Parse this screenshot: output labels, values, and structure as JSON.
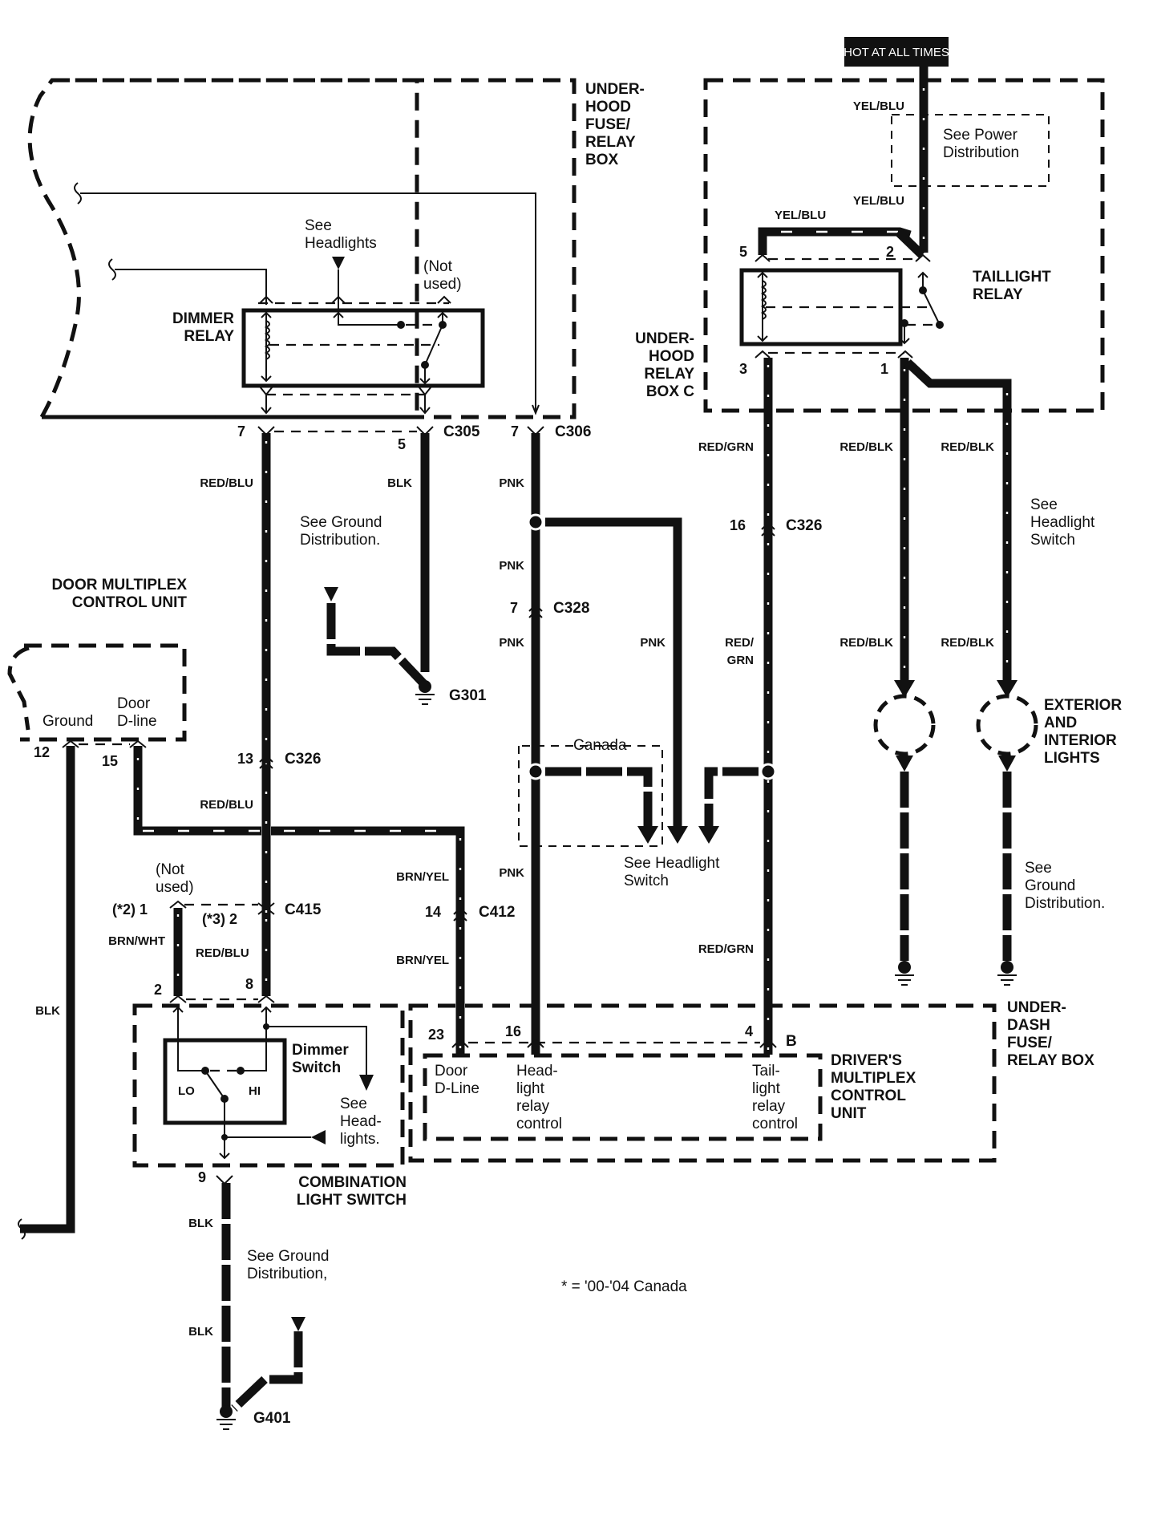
{
  "diagram": {
    "title_badge": "HOT AT ALL TIMES",
    "footnote": "* = '00-'04 Canada",
    "units": {
      "underhood_fuse_relay_box": "UNDER-\nHOOD\nFUSE/\nRELAY\nBOX",
      "underhood_relay_box_c": "UNDER-\nHOOD\nRELAY\nBOX C",
      "dimmer_relay": "DIMMER\nRELAY",
      "taillight_relay": "TAILLIGHT\nRELAY",
      "door_multiplex_control_unit": "DOOR MULTIPLEX\nCONTROL UNIT",
      "combination_light_switch": "COMBINATION\nLIGHT SWITCH",
      "dimmer_switch": "Dimmer\nSwitch",
      "underdash_fuse_relay_box": "UNDER-\nDASH\nFUSE/\nRELAY BOX",
      "drivers_multiplex_control_unit": "DRIVER'S\nMULTIPLEX\nCONTROL\nUNIT",
      "exterior_interior_lights": "EXTERIOR\nAND\nINTERIOR\nLIGHTS"
    },
    "notes": {
      "see_headlights_top": "See\nHeadlights",
      "not_used_top": "(Not\nused)",
      "see_power_distribution": "See Power\nDistribution",
      "see_ground_distribution_g301": "See Ground\nDistribution.",
      "see_headlight_switch_right": "See\nHeadlight\nSwitch",
      "canada": "Canada",
      "see_headlight_switch_mid": "See Headlight\nSwitch",
      "see_ground_distribution_lights": "See\nGround\nDistribution.",
      "not_used_c415": "(Not\nused)",
      "see_headlights_switch": "See\nHead-\nlights.",
      "see_ground_distribution_g401": "See Ground\nDistribution,",
      "lo": "LO",
      "hi": "HI"
    },
    "module_terminals": {
      "door_ground": "Ground",
      "door_dline": "Door\nD-line",
      "drv_door_dline": "Door\nD-Line",
      "drv_headlight_relay_control": "Head-\nlight\nrelay\ncontrol",
      "drv_taillight_relay_control": "Tail-\nlight\nrelay\ncontrol"
    },
    "connectors": {
      "c305": "C305",
      "c306": "C306",
      "c326_a": "C326",
      "c326_b": "C326",
      "c328": "C328",
      "c415": "C415",
      "c412": "C412",
      "g301": "G301",
      "g401": "G401",
      "underdash_b": "B"
    },
    "pins": {
      "c305_7": "7",
      "c305_5": "5",
      "c306_7": "7",
      "relay_5": "5",
      "relay_2": "2",
      "relay_3": "3",
      "relay_1": "1",
      "c326_16": "16",
      "c328_7": "7",
      "c326_13": "13",
      "door_12": "12",
      "door_15": "15",
      "c415_1": "(*2) 1",
      "c415_2": "(*3) 2",
      "sw_2": "2",
      "sw_8": "8",
      "c412_14": "14",
      "drv_23": "23",
      "drv_16": "16",
      "drv_4": "4",
      "sw_9": "9"
    },
    "wire_colors": {
      "yel_blu_1": "YEL/BLU",
      "yel_blu_2": "YEL/BLU",
      "yel_blu_3": "YEL/BLU",
      "red_blu_1": "RED/BLU",
      "blk_c305": "BLK",
      "pnk_1": "PNK",
      "pnk_2": "PNK",
      "pnk_3": "PNK",
      "pnk_branch": "PNK",
      "pnk_4": "PNK",
      "red_grn_1": "RED/GRN",
      "red_grn_2": "RED/\nGRN",
      "red_grn_3": "RED/GRN",
      "red_blk_1": "RED/BLK",
      "red_blk_2": "RED/BLK",
      "red_blk_3": "RED/BLK",
      "red_blk_4": "RED/BLK",
      "red_blu_2": "RED/BLU",
      "red_blu_3": "RED/BLU",
      "brn_wht": "BRN/WHT",
      "brn_yel_1": "BRN/YEL",
      "brn_yel_2": "BRN/YEL",
      "blk_left": "BLK",
      "blk_g401_1": "BLK",
      "blk_g401_2": "BLK"
    }
  }
}
